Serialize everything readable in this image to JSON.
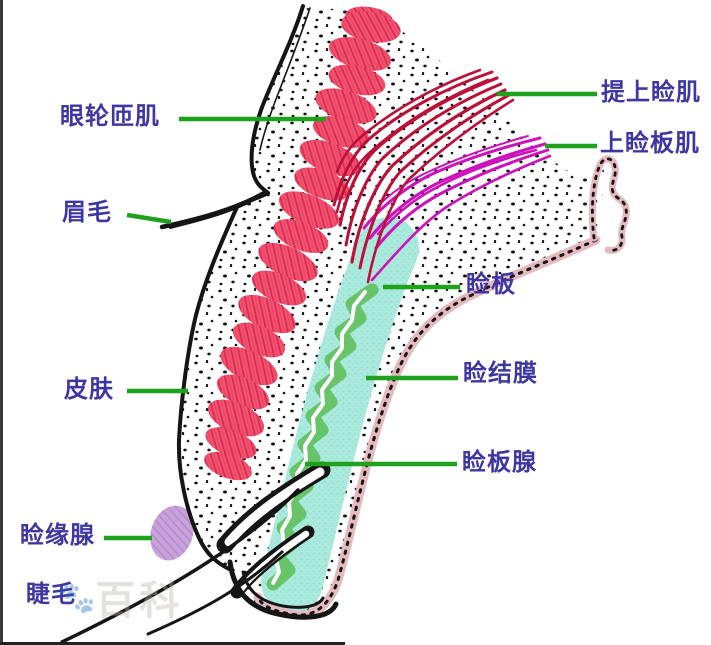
{
  "labels": {
    "orbicularis": {
      "text": "眼轮匝肌"
    },
    "eyebrow": {
      "text": "眉毛"
    },
    "skin": {
      "text": "皮肤"
    },
    "marginal_gland": {
      "text": "睑缘腺"
    },
    "eyelash": {
      "text": "睫毛"
    },
    "levator": {
      "text": "提上睑肌"
    },
    "superior_tarsal": {
      "text": "上睑板肌"
    },
    "tarsal_plate": {
      "text": "睑板"
    },
    "conjunctiva": {
      "text": "睑结膜"
    },
    "meibomian_gland": {
      "text": "睑板腺"
    }
  },
  "watermark": {
    "text": "百科"
  },
  "colors": {
    "label_text": "#3e37a3",
    "leader_line": "#1ea21e",
    "orbicularis_red": "#f2536e",
    "orbicularis_red_dark": "#d62a52",
    "levator_dark_red": "#bd1038",
    "superior_tarsal_magenta": "#cc13bb",
    "tarsal_plate_cyan": "#aae9dc",
    "meibomian_green": "#68c468",
    "marginal_gland_purple": "#c7a3da",
    "conjunctiva_pink": "#e4bac0",
    "outline_black": "#151515"
  }
}
